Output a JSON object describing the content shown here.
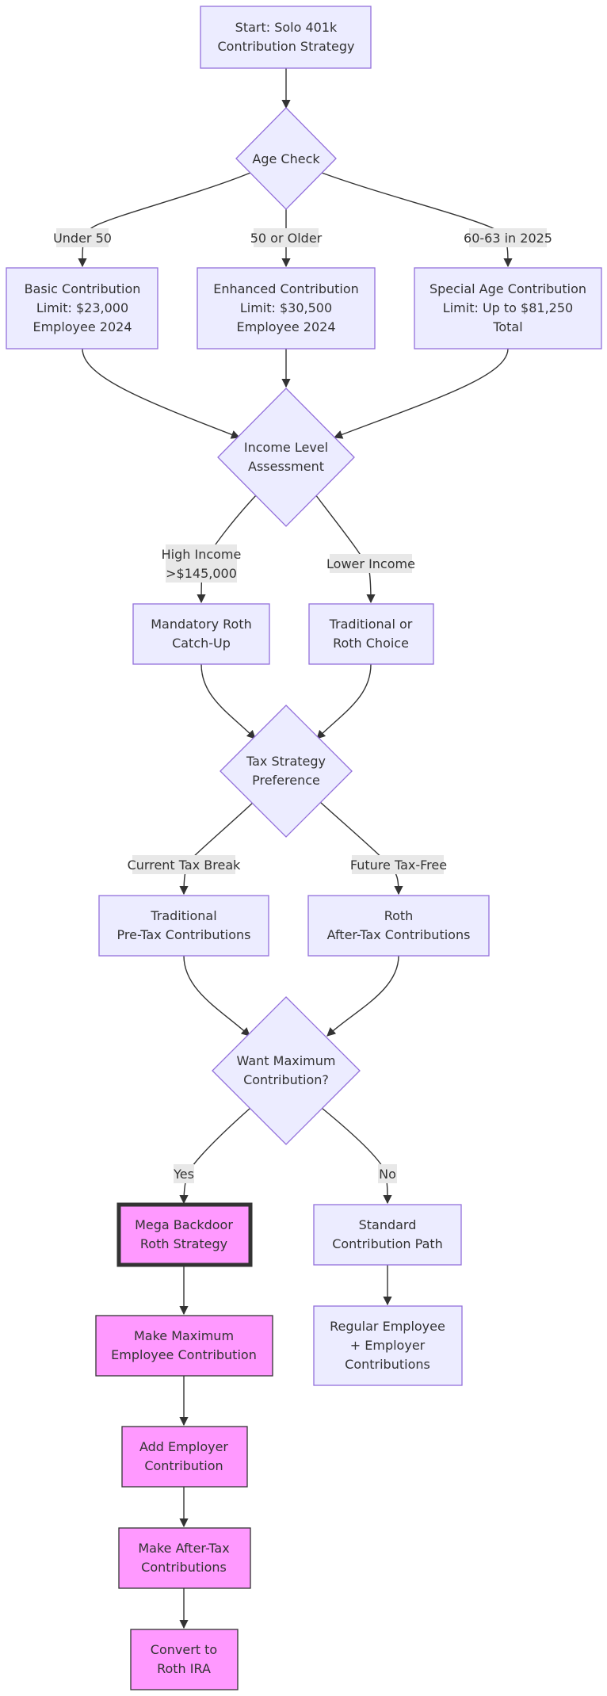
{
  "nodes": {
    "start": [
      "Start: Solo 401k",
      "Contribution Strategy"
    ],
    "age_check": [
      "Age Check"
    ],
    "basic": [
      "Basic Contribution",
      "Limit: $23,000",
      "Employee 2024"
    ],
    "enhanced": [
      "Enhanced Contribution",
      "Limit: $30,500",
      "Employee 2024"
    ],
    "special": [
      "Special Age Contribution",
      "Limit: Up to $81,250",
      "Total"
    ],
    "income": [
      "Income Level",
      "Assessment"
    ],
    "mandatory_roth": [
      "Mandatory Roth",
      "Catch-Up"
    ],
    "trad_or_roth": [
      "Traditional or",
      "Roth Choice"
    ],
    "tax_strategy": [
      "Tax Strategy",
      "Preference"
    ],
    "traditional": [
      "Traditional",
      "Pre-Tax Contributions"
    ],
    "roth": [
      "Roth",
      "After-Tax Contributions"
    ],
    "want_max": [
      "Want Maximum",
      "Contribution?"
    ],
    "mega_backdoor": [
      "Mega Backdoor",
      "Roth Strategy"
    ],
    "standard": [
      "Standard",
      "Contribution Path"
    ],
    "regular": [
      "Regular Employee",
      "+ Employer",
      "Contributions"
    ],
    "make_max": [
      "Make Maximum",
      "Employee Contribution"
    ],
    "add_employer": [
      "Add Employer",
      "Contribution"
    ],
    "after_tax": [
      "Make After-Tax",
      "Contributions"
    ],
    "convert": [
      "Convert to",
      "Roth IRA"
    ]
  },
  "edge_labels": {
    "under_50": [
      "Under 50"
    ],
    "fifty_or_older": [
      "50 or Older"
    ],
    "sixty_63": [
      "60-63 in 2025"
    ],
    "high_income": [
      "High Income",
      ">$145,000"
    ],
    "lower_income": [
      "Lower Income"
    ],
    "current_tax_break": [
      "Current Tax Break"
    ],
    "future_tax_free": [
      "Future Tax-Free"
    ],
    "yes": [
      "Yes"
    ],
    "no": [
      "No"
    ]
  },
  "colors": {
    "node_fill": "#ECECFF",
    "node_stroke": "#9370DB",
    "highlight_fill": "#FF99FF",
    "edge": "#333333",
    "label_background": "#E8E8E8"
  }
}
